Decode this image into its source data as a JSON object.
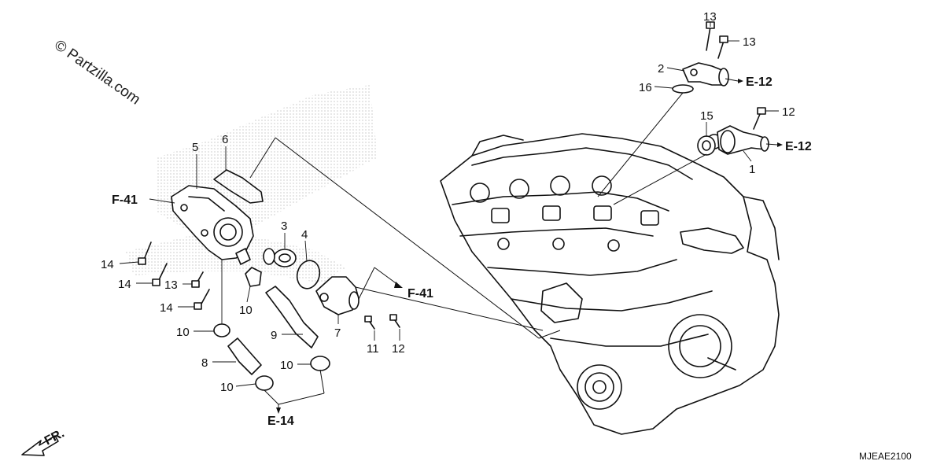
{
  "watermark": "© Partzilla.com",
  "diagram_code": "MJEAE2100",
  "front_indicator": "FR.",
  "callouts": [
    {
      "id": "c1",
      "text": "1"
    },
    {
      "id": "c2",
      "text": "2"
    },
    {
      "id": "c3",
      "text": "3"
    },
    {
      "id": "c4",
      "text": "4"
    },
    {
      "id": "c5",
      "text": "5"
    },
    {
      "id": "c6",
      "text": "6"
    },
    {
      "id": "c7",
      "text": "7"
    },
    {
      "id": "c8",
      "text": "8"
    },
    {
      "id": "c9",
      "text": "9"
    },
    {
      "id": "c10a",
      "text": "10"
    },
    {
      "id": "c10b",
      "text": "10"
    },
    {
      "id": "c10c",
      "text": "10"
    },
    {
      "id": "c10d",
      "text": "10"
    },
    {
      "id": "c11",
      "text": "11"
    },
    {
      "id": "c12a",
      "text": "12"
    },
    {
      "id": "c12b",
      "text": "12"
    },
    {
      "id": "c13a",
      "text": "13"
    },
    {
      "id": "c13b",
      "text": "13"
    },
    {
      "id": "c13c",
      "text": "13"
    },
    {
      "id": "c14a",
      "text": "14"
    },
    {
      "id": "c14b",
      "text": "14"
    },
    {
      "id": "c14c",
      "text": "14"
    },
    {
      "id": "c15",
      "text": "15"
    },
    {
      "id": "c16",
      "text": "16"
    }
  ],
  "references": [
    {
      "id": "r1",
      "text": "E-12"
    },
    {
      "id": "r2",
      "text": "E-12"
    },
    {
      "id": "r3",
      "text": "F-41"
    },
    {
      "id": "r4",
      "text": "F-41"
    },
    {
      "id": "r5",
      "text": "E-14"
    }
  ]
}
